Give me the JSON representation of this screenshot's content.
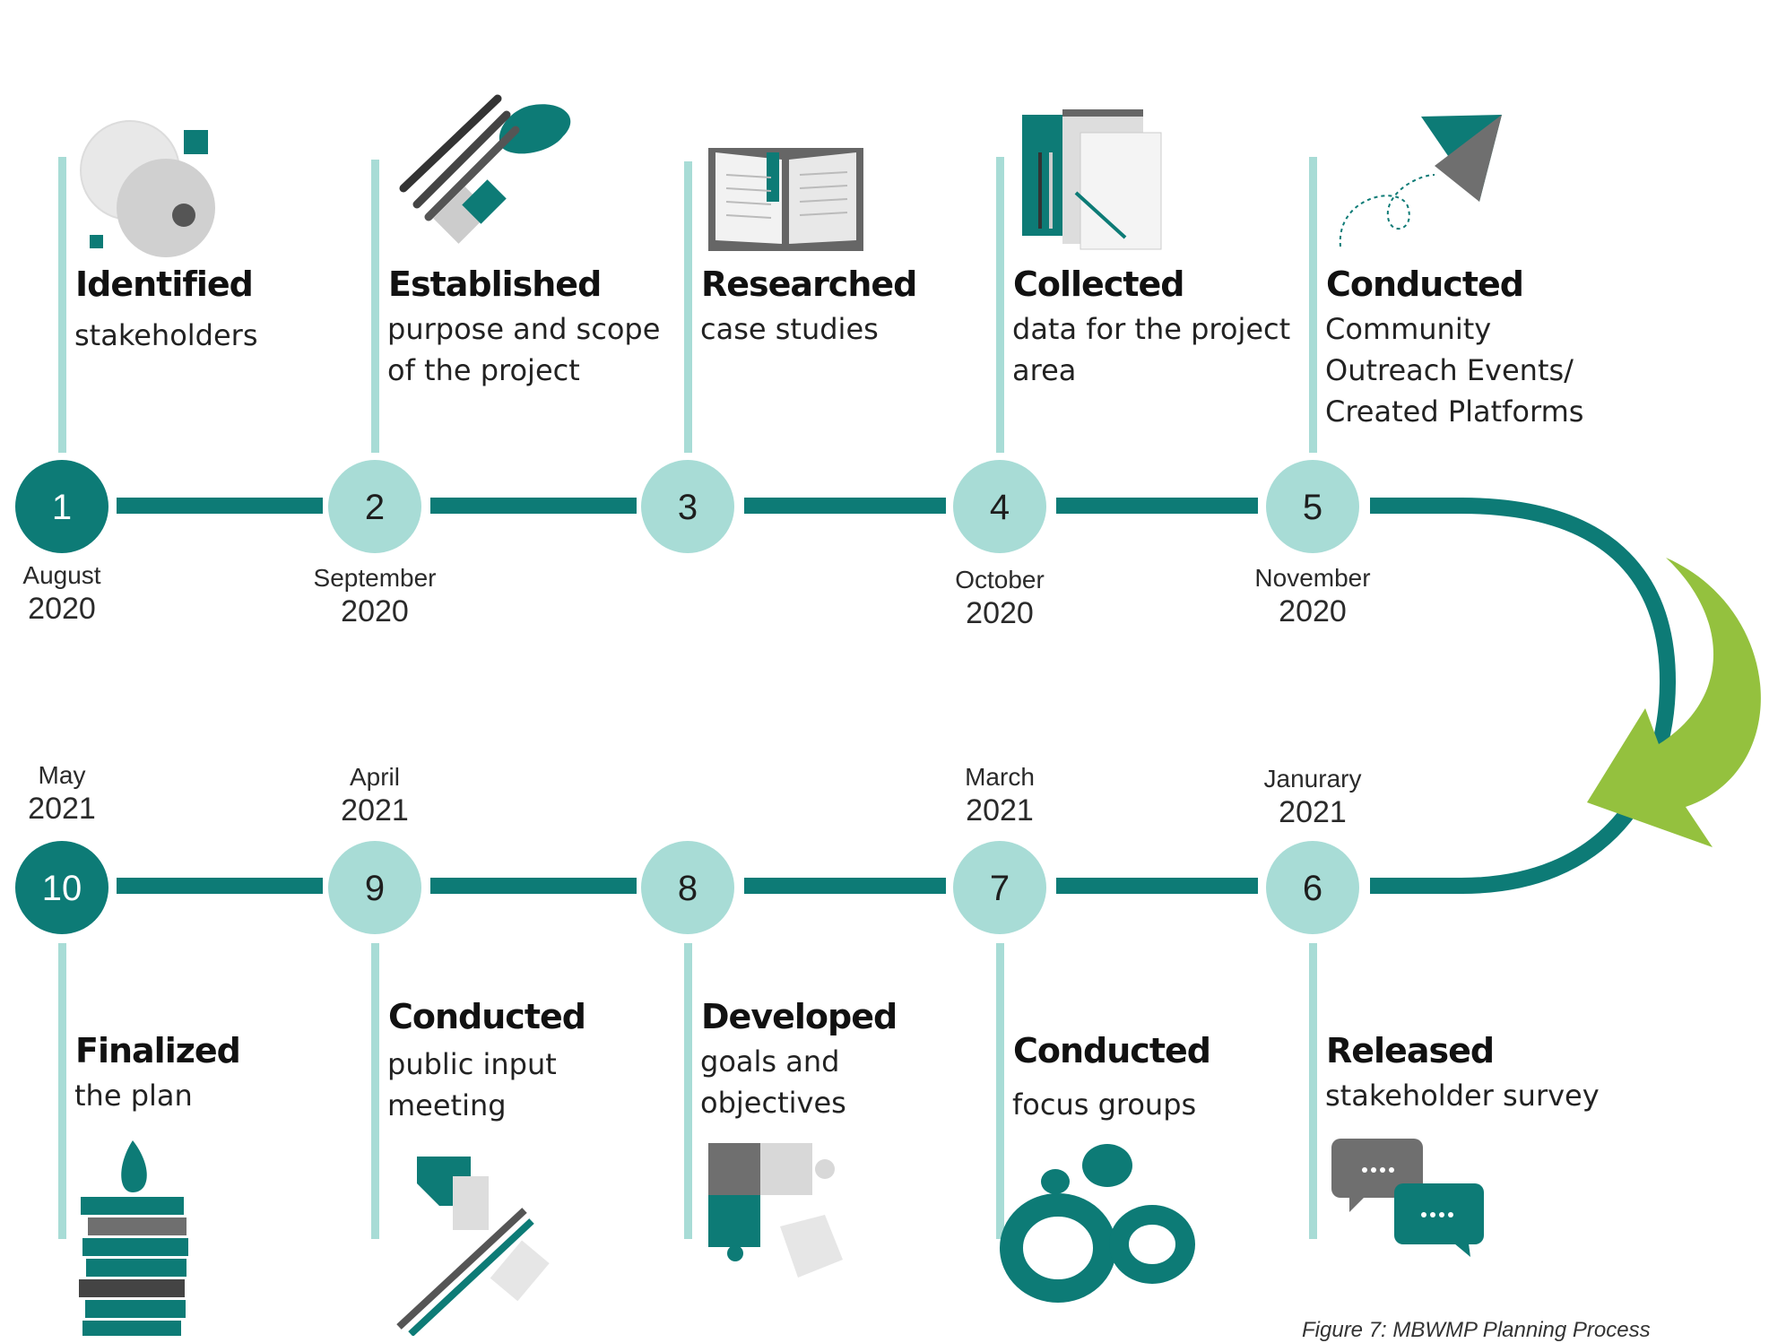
{
  "colors": {
    "teal_dark": "#0d7b76",
    "teal_light": "#a8dcd6",
    "lime": "#94c13e",
    "gray": "#6f6f6f"
  },
  "steps": [
    {
      "num": "1",
      "title": "Identified",
      "desc": [
        "stakeholders"
      ],
      "month": "August",
      "year": "2020",
      "icon": "stakeholder-circles-icon"
    },
    {
      "num": "2",
      "title": "Established",
      "desc": [
        "purpose and scope",
        "of the project"
      ],
      "month": "September",
      "year": "2020",
      "icon": "paintbrushes-icon"
    },
    {
      "num": "3",
      "title": "Researched",
      "desc": [
        "case studies"
      ],
      "month": "",
      "year": "",
      "icon": "open-book-icon"
    },
    {
      "num": "4",
      "title": "Collected",
      "desc": [
        "data for the project",
        "area"
      ],
      "month": "October",
      "year": "2020",
      "icon": "notepads-icon"
    },
    {
      "num": "5",
      "title": "Conducted",
      "desc": [
        "Community",
        "Outreach Events/",
        "Created Platforms"
      ],
      "month": "November",
      "year": "2020",
      "icon": "paper-plane-icon"
    },
    {
      "num": "6",
      "title": "Released",
      "desc": [
        "stakeholder survey"
      ],
      "month": "Janurary",
      "year": "2021",
      "icon": "chat-bubbles-icon"
    },
    {
      "num": "7",
      "title": "Conducted",
      "desc": [
        "focus groups"
      ],
      "month": "March",
      "year": "2021",
      "icon": "focus-group-icon"
    },
    {
      "num": "8",
      "title": "Developed",
      "desc": [
        "goals and",
        "objectives"
      ],
      "month": "",
      "year": "",
      "icon": "puzzle-pieces-icon"
    },
    {
      "num": "9",
      "title": "Conducted",
      "desc": [
        "public input",
        "meeting"
      ],
      "month": "April",
      "year": "2021",
      "icon": "pencils-icon"
    },
    {
      "num": "10",
      "title": "Finalized",
      "desc": [
        "the plan"
      ],
      "month": "May",
      "year": "2021",
      "icon": "book-stack-icon"
    }
  ],
  "caption": "Figure 7: MBWMP Planning Process"
}
